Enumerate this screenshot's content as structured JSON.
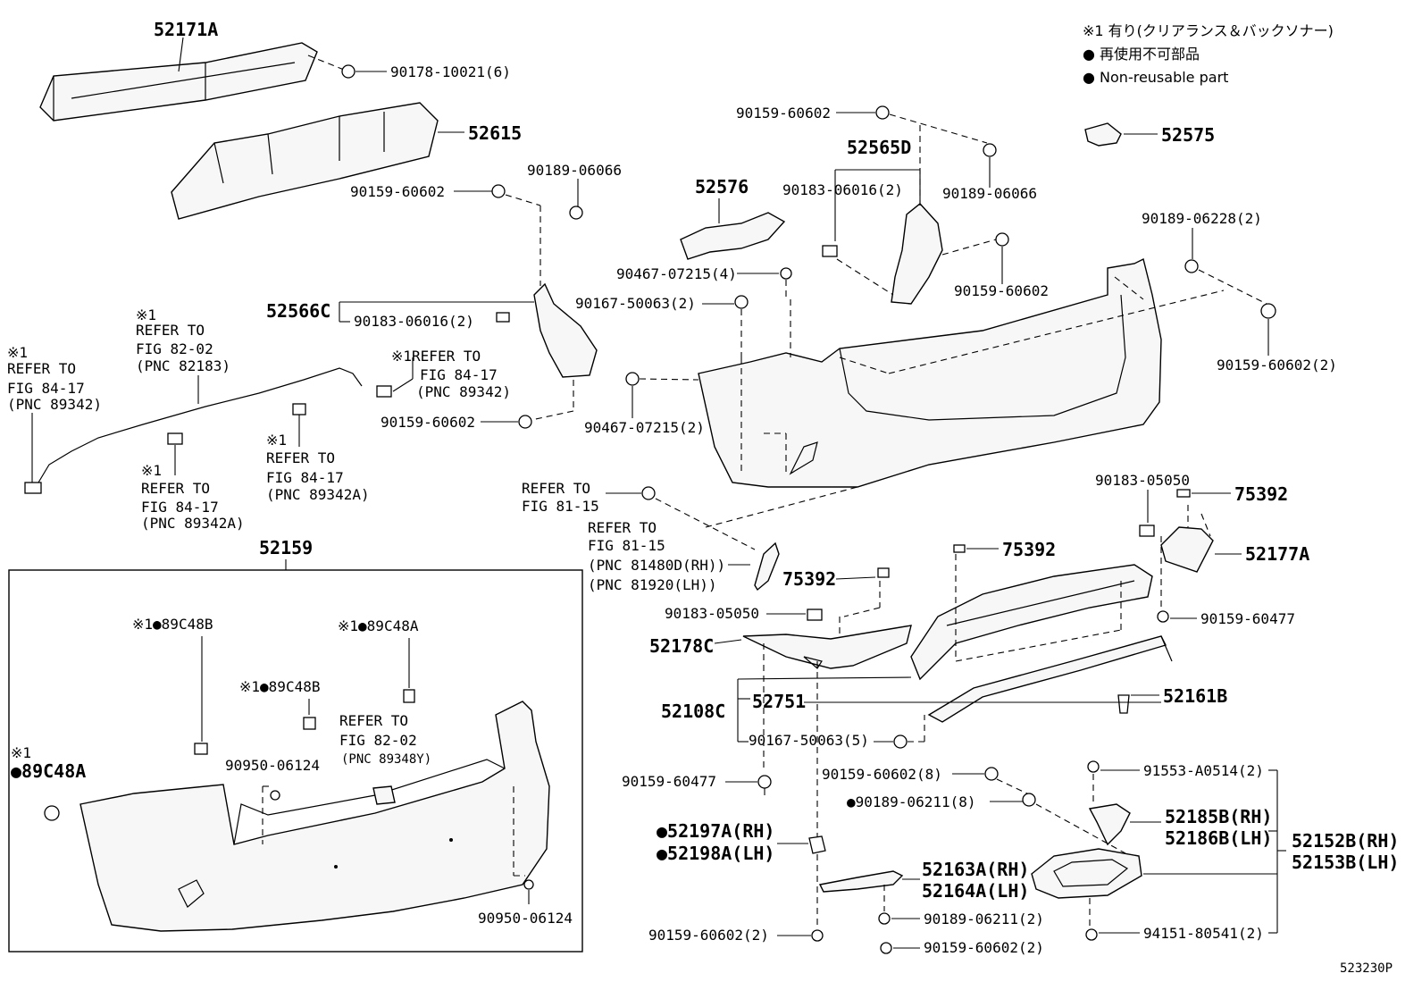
{
  "legend": {
    "note": "※1 有り(クリアランス＆バックソナー)",
    "line1": "● 再使用不可部品",
    "line2": "● Non-reusable part"
  },
  "figure_code": "523230P",
  "callouts": {
    "p52171A": "52171A",
    "p90178": "90178-10021(6)",
    "p52615": "52615",
    "p90189_06066_a": "90189-06066",
    "p90159_60602_a": "90159-60602",
    "p90159_60602_top": "90159-60602",
    "p52565D": "52565D",
    "p90183_06016_2a": "90183-06016(2)",
    "p90189_06066_b": "90189-06066",
    "p52575": "52575",
    "p52576": "52576",
    "p90189_06228": "90189-06228(2)",
    "p90467_4": "90467-07215(4)",
    "p90167_2": "90167-50063(2)",
    "p90159_60602_mid": "90159-60602",
    "p52566C": "52566C",
    "p90183_06016_2b": "90183-06016(2)",
    "p90159_60602_2r": "90159-60602(2)",
    "p90467_2": "90467-07215(2)",
    "p90159_60602_lft": "90159-60602",
    "p52159": "52159",
    "p90183_05050_a": "90183-05050",
    "p75392_a": "75392",
    "p75392_b": "75392",
    "p52177A": "52177A",
    "p75392_c": "75392",
    "p90183_05050_b": "90183-05050",
    "p90159_60477_a": "90159-60477",
    "p52178C": "52178C",
    "p52161B": "52161B",
    "p52751": "52751",
    "p52108C": "52108C",
    "p90167_5": "90167-50063(5)",
    "p90159_60477_b": "90159-60477",
    "p90159_60602_8": "90159-60602(8)",
    "p91553": "91553-A0514(2)",
    "p90189_06211_8": "●90189-06211(8)",
    "p52185B": "52185B(RH)",
    "p52186B": "52186B(LH)",
    "p52152B": "52152B(RH)",
    "p52153B": "52153B(LH)",
    "p52197A": "●52197A(RH)",
    "p52198A": "●52198A(LH)",
    "p52163A": "52163A(RH)",
    "p52164A": "52164A(LH)",
    "p90189_06211_2": "90189-06211(2)",
    "p90159_60602_2a": "90159-60602(2)",
    "p90159_60602_2b": "90159-60602(2)",
    "p94151": "94151-80541(2)",
    "p90950_a": "90950-06124",
    "p90950_b": "90950-06124",
    "p89C48B_a": "※1●89C48B",
    "p89C48A_a": "※1●89C48A",
    "p89C48B_b": "※1●89C48B",
    "p89C48A_b_mark": "※1",
    "p89C48A_b": "●89C48A"
  },
  "references": {
    "r1": [
      "※1",
      "REFER TO",
      "FIG 84-17",
      "(PNC 89342)"
    ],
    "r2": [
      "※1",
      "REFER TO",
      "FIG 82-02",
      "(PNC 82183)"
    ],
    "r3": [
      "※1",
      "REFER TO",
      "FIG 84-17",
      "(PNC 89342A)"
    ],
    "r4": [
      "※1",
      "REFER TO",
      "FIG 84-17",
      "(PNC 89342A)"
    ],
    "r5": [
      "※1REFER TO",
      "FIG 84-17",
      "(PNC 89342)"
    ],
    "r6": [
      "REFER TO",
      "FIG 81-15"
    ],
    "r7": [
      "REFER TO",
      "FIG 81-15",
      "(PNC 81480D(RH))",
      "(PNC 81920(LH))"
    ],
    "r8": [
      "REFER TO",
      "FIG 82-02",
      "(PNC 89348Y)"
    ]
  }
}
